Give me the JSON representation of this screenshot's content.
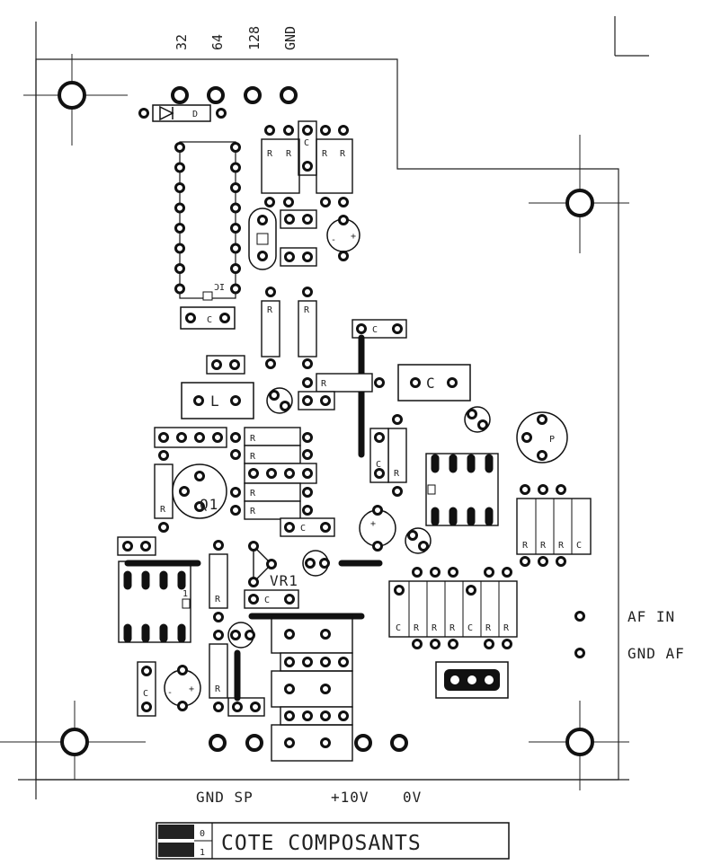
{
  "top_labels": [
    "32",
    "64",
    "128",
    "GND"
  ],
  "side_labels": [
    "AF IN",
    "GND AF"
  ],
  "bottom_labels": [
    "GND SP",
    "+10V",
    "0V"
  ],
  "legend": {
    "title": "COTE COMPOSANTS",
    "layers": [
      "0",
      "1"
    ]
  },
  "component_labels": {
    "r": "R",
    "c": "C",
    "l": "L",
    "p": "P",
    "d": "D",
    "ic": "IC",
    "q1": "Q1",
    "vr1": "VR1",
    "plus": "+",
    "minus": "-",
    "one": "1"
  }
}
